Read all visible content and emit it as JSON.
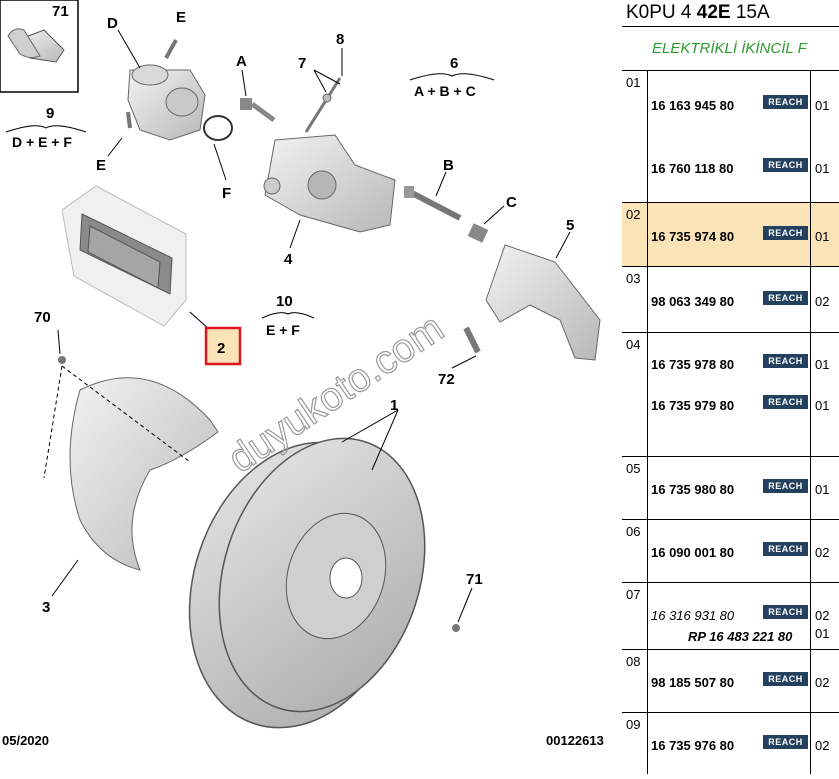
{
  "diagram": {
    "labels": {
      "n71_top": "71",
      "D": "D",
      "E_top": "E",
      "E_bottom": "E",
      "F": "F",
      "n9": "9",
      "eq9": "D + E + F",
      "A": "A",
      "n8": "8",
      "n7": "7",
      "n6": "6",
      "eq6": "A + B + C",
      "n4": "4",
      "B": "B",
      "C": "C",
      "n5": "5",
      "n10": "10",
      "eq10": "E + F",
      "n2": "2",
      "n70": "70",
      "n72": "72",
      "n1": "1",
      "n3": "3",
      "n71_bottom": "71"
    },
    "watermark": "duyukoto.com",
    "footer_date": "05/2020",
    "footer_code": "00122613"
  },
  "panel": {
    "header_prefix": "K0PU 4 ",
    "header_bold": "42E",
    "header_suffix": " 15A",
    "subheader": "ELEKTRİKLİ İKİNCİL F",
    "reach_label": "REACH",
    "rows": [
      {
        "idx": "01",
        "parts": [
          "16 163 945 80",
          "16 760 118 80"
        ],
        "qty": [
          "01",
          "01"
        ]
      },
      {
        "idx": "02",
        "parts": [
          "16 735 974 80"
        ],
        "qty": [
          "01"
        ]
      },
      {
        "idx": "03",
        "parts": [
          "98 063 349 80"
        ],
        "qty": [
          "02"
        ]
      },
      {
        "idx": "04",
        "parts": [
          "16 735 978 80",
          "16 735 979 80"
        ],
        "qty": [
          "01",
          "01"
        ]
      },
      {
        "idx": "05",
        "parts": [
          "16 735 980 80"
        ],
        "qty": [
          "01"
        ]
      },
      {
        "idx": "06",
        "parts": [
          "16 090 001 80"
        ],
        "qty": [
          "02"
        ]
      },
      {
        "idx": "07",
        "parts": [
          "16 316 931 80"
        ],
        "qty": [
          "02",
          "01"
        ],
        "alt": "RP 16 483 221 80"
      },
      {
        "idx": "08",
        "parts": [
          "98 185 507 80"
        ],
        "qty": [
          "02"
        ]
      },
      {
        "idx": "09",
        "parts": [
          "16 735 976 80"
        ],
        "qty": [
          "02"
        ]
      }
    ]
  }
}
